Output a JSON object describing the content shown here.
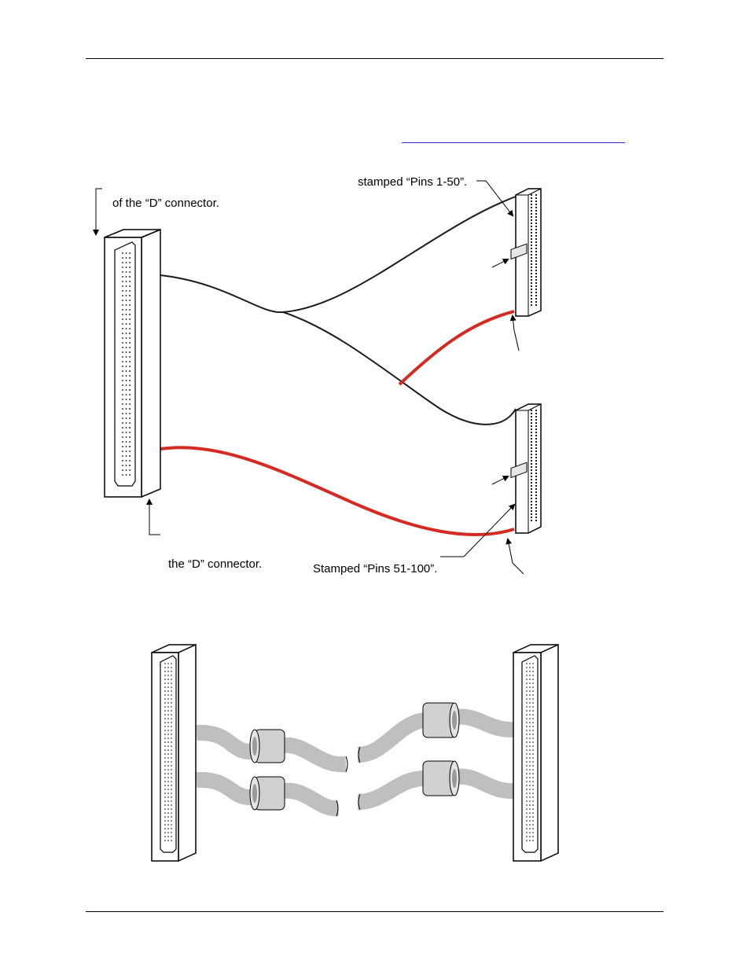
{
  "labels": {
    "upper_left_note": "of the “D” connector.",
    "upper_right_note": "stamped “Pins 1-50”.",
    "lower_left_note": "the “D” connector.",
    "lower_right_note": "Stamped “Pins 51-100”."
  },
  "colors": {
    "wire_black": "#1a1a1a",
    "wire_red": "#d42a22",
    "cable_gray": "#bfbfbf",
    "link_blue": "#2d2dd0"
  }
}
